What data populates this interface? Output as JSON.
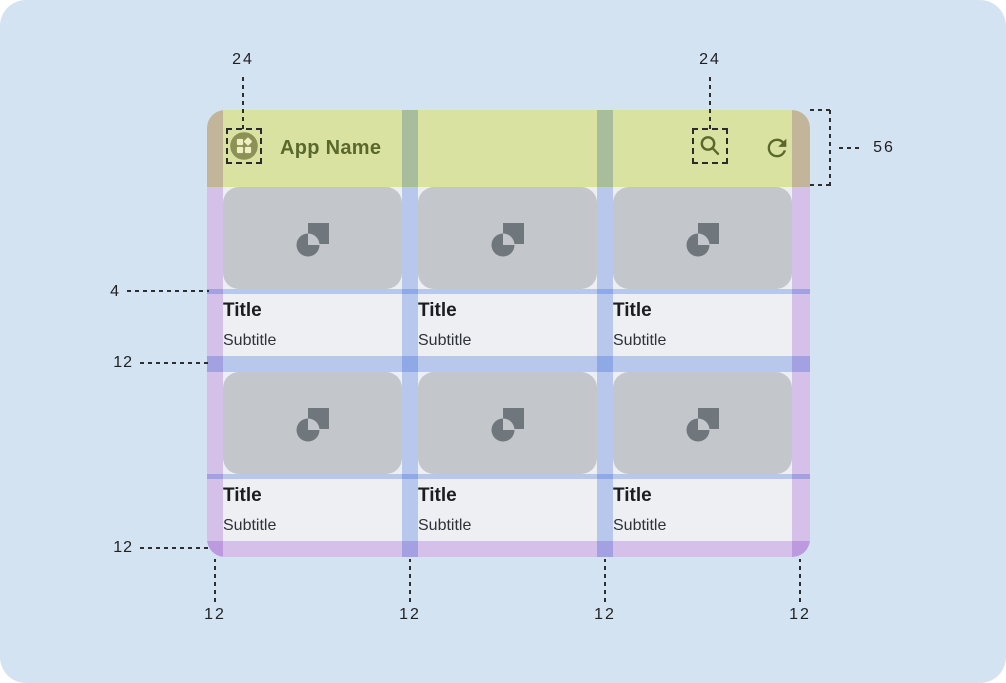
{
  "appbar": {
    "title": "App Name",
    "icons": [
      "app-grid",
      "search",
      "refresh"
    ]
  },
  "cards": [
    {
      "title": "Title",
      "subtitle": "Subtitle"
    },
    {
      "title": "Title",
      "subtitle": "Subtitle"
    },
    {
      "title": "Title",
      "subtitle": "Subtitle"
    },
    {
      "title": "Title",
      "subtitle": "Subtitle"
    },
    {
      "title": "Title",
      "subtitle": "Subtitle"
    },
    {
      "title": "Title",
      "subtitle": "Subtitle"
    }
  ],
  "annotations": {
    "leading_icon_size": "24",
    "trailing_icon_size": "24",
    "appbar_height": "56",
    "media_text_gap": "4",
    "row_gutter": "12",
    "bottom_margin": "12",
    "bottom": [
      "12",
      "12",
      "12",
      "12"
    ]
  },
  "colors": {
    "canvas_bg": "#d3e3f1",
    "screen_bg": "#edeff2",
    "appbar_bg": "#d9e2a0",
    "appbar_fg": "#5a682c",
    "card_media_bg": "#c3c7cc",
    "card_media_icon": "#6f767c",
    "overlay_margin_purple": "#e4cdf6",
    "overlay_gutter_blue": "#c6d6f9",
    "annotation_text": "#202124"
  }
}
